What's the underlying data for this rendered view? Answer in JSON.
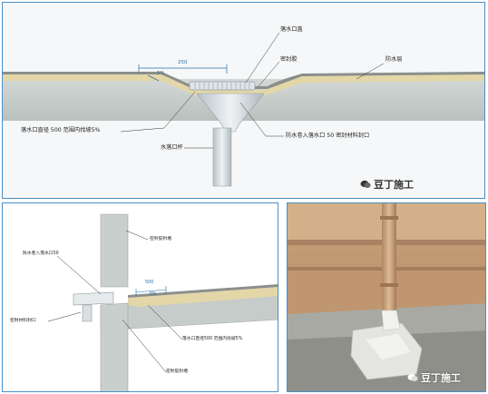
{
  "top": {
    "labels": {
      "cover": "落水口盖",
      "sealant": "密封胶",
      "waterproof_layer": "防水层",
      "slope_note": "落水口直径 500 范围内找坡5%",
      "membrane_note": "防水卷入落水口 50 密封材料封口",
      "pipe": "水落口杯",
      "dim_width": "250",
      "dim_slope": "5%"
    },
    "watermark": "豆丁施工"
  },
  "bottom_left": {
    "labels": {
      "seal_edge": "密封胶封堵",
      "membrane_into": "防水卷入落水口50",
      "sealing_material": "密封材料封口",
      "slope_note": "落水口直径500 范围内找坡5%",
      "sealant_seal": "密封胶封堵",
      "dim_width": "500",
      "dim_slope": "5%"
    }
  },
  "bottom_right": {
    "watermark": "豆丁施工"
  },
  "colors": {
    "border": "#4a90c8",
    "slab": "#c6ccc9",
    "screed": "#e3d7a8",
    "membrane": "#8b8f8c",
    "accent_blue": "#2a6ea8"
  }
}
